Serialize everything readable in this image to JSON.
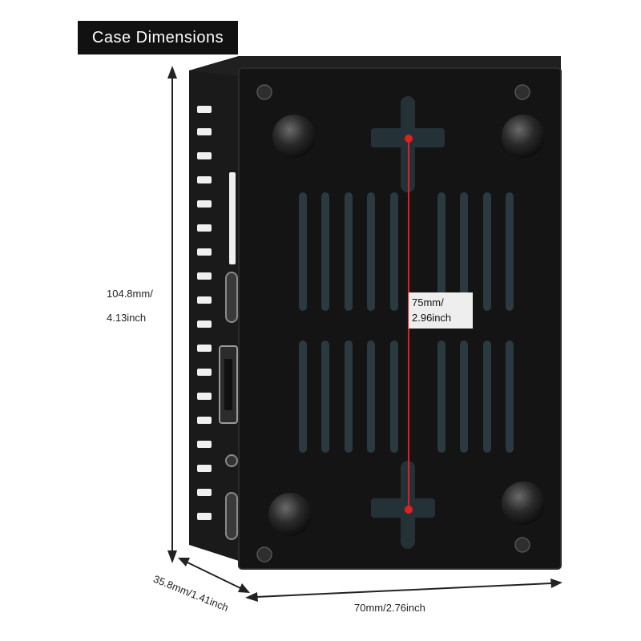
{
  "title": "Case Dimensions",
  "dimensions": {
    "height_mm": "104.8mm/",
    "height_in": "4.13inch",
    "center_mm": "75mm/",
    "center_in": "2.96inch",
    "width": "70mm/2.76inch",
    "depth": "35.8mm/1.41inch"
  },
  "colors": {
    "case": "#141414",
    "badge": "#111111",
    "measure_line": "#e02020"
  }
}
